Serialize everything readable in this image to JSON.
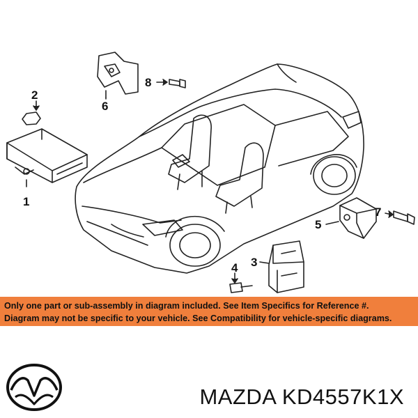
{
  "callouts": {
    "c1": "1",
    "c2": "2",
    "c3": "3",
    "c4": "4",
    "c5": "5",
    "c6": "6",
    "c7": "7",
    "c8": "8"
  },
  "banner": {
    "line1": "Only one part or sub-assembly in diagram included. See Item Specifics for Reference #.",
    "line2": "Diagram may not be specific to your vehicle. See Compatibility for vehicle-specific diagrams.",
    "color": "#f07f3c"
  },
  "logo": {
    "brand": "MAZDA",
    "icon": "mazda-logo-icon"
  },
  "footer": {
    "part_label": "MAZDA KD4557K1X"
  }
}
